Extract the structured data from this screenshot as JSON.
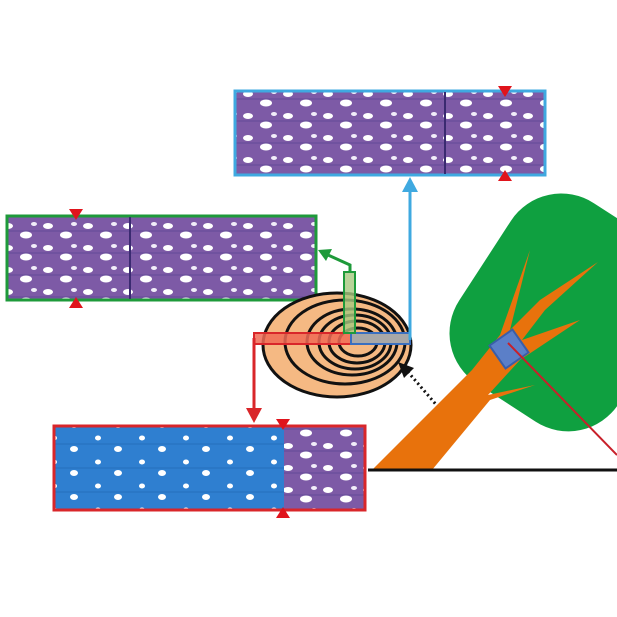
{
  "colors": {
    "blue_panel_border": "#3fa9e0",
    "green_panel_border": "#1e9a3a",
    "red_panel_border": "#d9262a",
    "log_fill": "#f5b983",
    "trunk": "#e8720c",
    "crown": "#0fa040",
    "sample_block": "#5b7fc8",
    "tissue_purple": "#7d5aa6",
    "tissue_blue": "#2f7fd0",
    "marker_red": "#e0141c"
  },
  "panels": [
    {
      "id": "blue-panel",
      "tissue": "purple"
    },
    {
      "id": "green-panel",
      "tissue": "purple"
    },
    {
      "id": "red-panel",
      "tissue": "blue-then-purple"
    }
  ]
}
